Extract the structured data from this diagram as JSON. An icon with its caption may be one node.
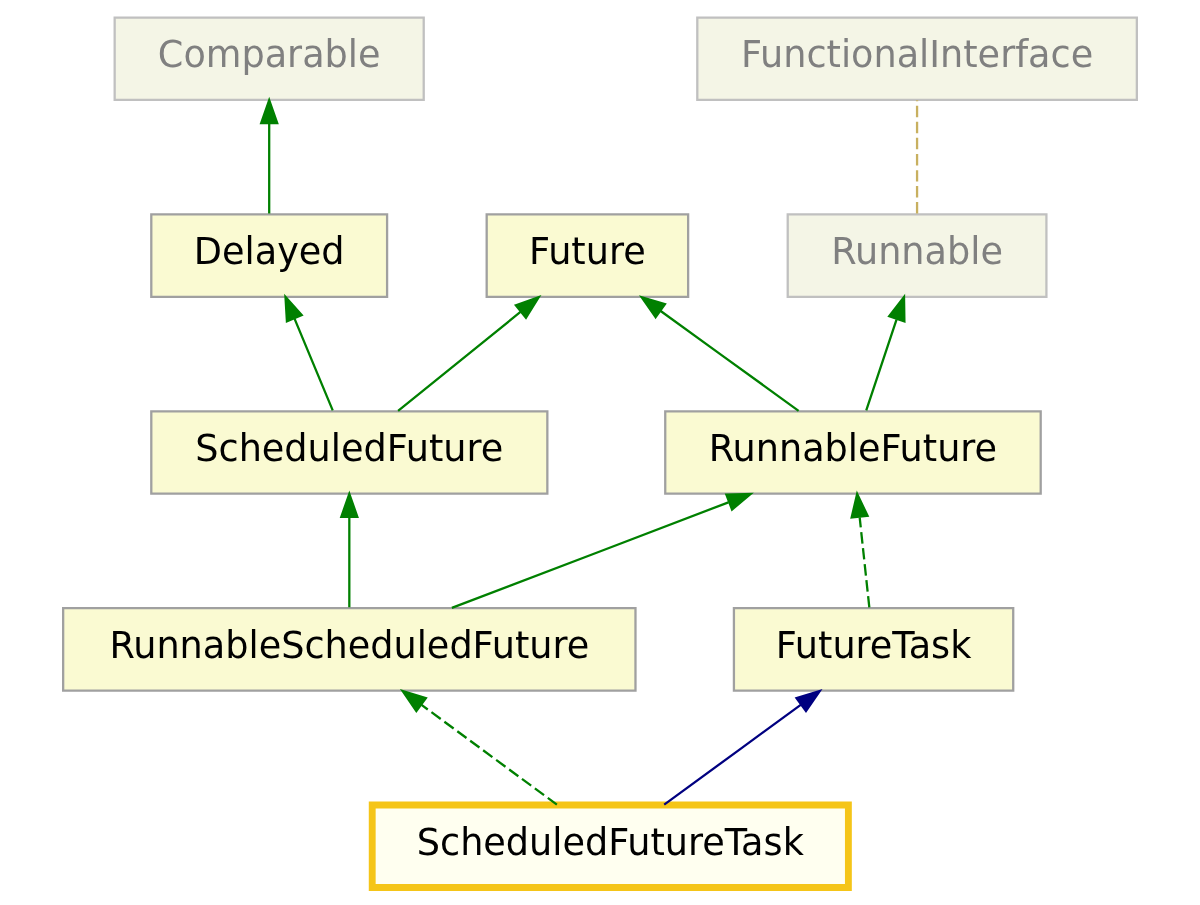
{
  "diagram": {
    "nodes": [
      {
        "text": [
          "Comparable"
        ]
      },
      {
        "text": [
          "FunctionalInterface"
        ]
      },
      {
        "text": [
          "Delayed"
        ]
      },
      {
        "text": [
          "Future"
        ]
      },
      {
        "text": [
          "Runnable"
        ]
      },
      {
        "text": [
          "ScheduledFuture"
        ]
      },
      {
        "text": [
          "RunnableFuture"
        ]
      },
      {
        "text": [
          "RunnableScheduledFuture"
        ]
      },
      {
        "text": [
          "FutureTask"
        ]
      },
      {
        "text": [
          "ScheduledFutureTask"
        ]
      }
    ],
    "edges": [
      {
        "from": 2,
        "to": 0,
        "arrow": "to"
      },
      {
        "from": 4,
        "to": 1,
        "arrow": "none",
        "style": "dashed",
        "color": "#c8b060"
      },
      {
        "from": 5,
        "to": 2,
        "arrow": "to"
      },
      {
        "from": 5,
        "to": 3,
        "arrow": "to"
      },
      {
        "from": 6,
        "to": 3,
        "arrow": "to"
      },
      {
        "from": 6,
        "to": 4,
        "arrow": "to"
      },
      {
        "from": 7,
        "to": 5,
        "arrow": "to"
      },
      {
        "from": 7,
        "to": 6,
        "arrow": "to"
      },
      {
        "from": 8,
        "to": 6,
        "arrow": "to",
        "style": "dashed"
      },
      {
        "from": 9,
        "to": 7,
        "arrow": "to",
        "style": "dashed"
      },
      {
        "from": 9,
        "to": 8,
        "arrow": "to",
        "color": "#000080"
      }
    ]
  }
}
